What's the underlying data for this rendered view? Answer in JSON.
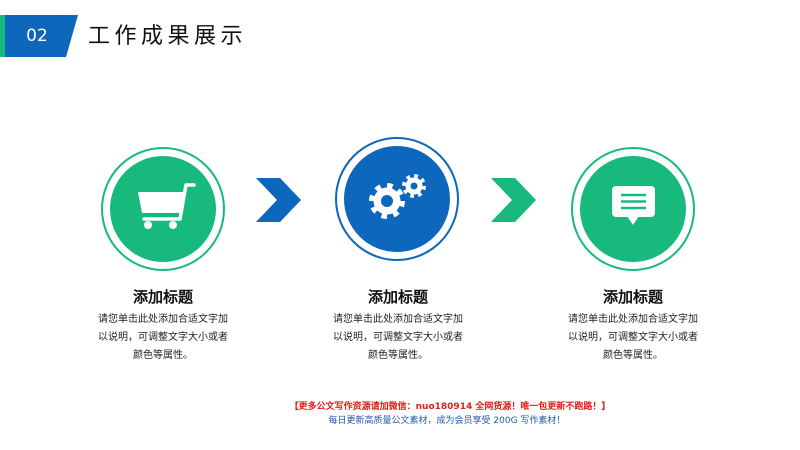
{
  "header": {
    "section_number": "02",
    "title": "工作成果展示"
  },
  "steps": [
    {
      "icon": "shopping-cart-icon",
      "color": "#18b97d",
      "title": "添加标题",
      "lines": [
        "请您单击此处添加合适文字加",
        "以说明，可调整文字大小或者",
        "颜色等属性。"
      ]
    },
    {
      "icon": "gears-icon",
      "color": "#0c67bd",
      "title": "添加标题",
      "lines": [
        "请您单击此处添加合适文字加",
        "以说明，可调整文字大小或者",
        "颜色等属性。"
      ]
    },
    {
      "icon": "chat-bubble-icon",
      "color": "#18b97d",
      "title": "添加标题",
      "lines": [
        "请您单击此处添加合适文字加",
        "以说明，可调整文字大小或者",
        "颜色等属性。"
      ]
    }
  ],
  "arrows": [
    {
      "icon": "chevron-right-icon",
      "color": "#0c67bd"
    },
    {
      "icon": "chevron-right-icon",
      "color": "#18b97d"
    }
  ],
  "footer": {
    "promo": "【更多公文写作资源请加微信：nuo180914 全网货源！唯一包更新不跑路！】",
    "note": "每日更新高质量公文素材，成为会员享受 200G 写作素材！"
  },
  "colors": {
    "accent_blue": "#0c67bd",
    "accent_green": "#18b97d",
    "promo_red": "#e0201b",
    "note_blue": "#1f5aa6",
    "icon_white": "#ffffff"
  }
}
